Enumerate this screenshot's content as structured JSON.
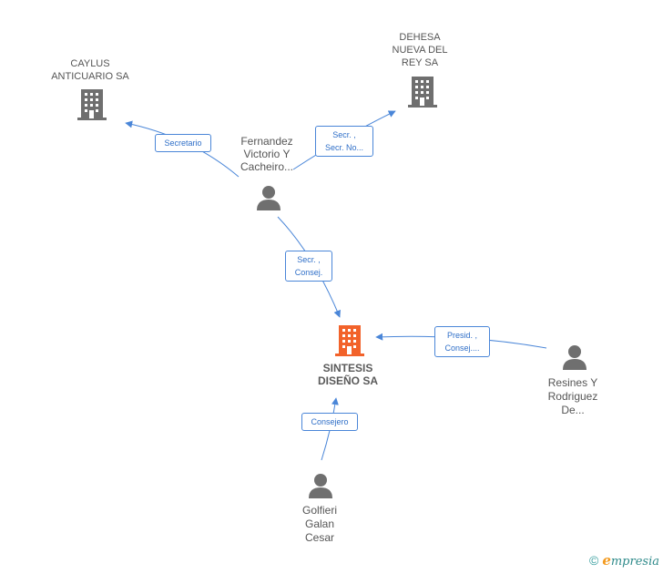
{
  "colors": {
    "edge": "#4a86d8",
    "company_icon": "#6f6f6f",
    "main_company_icon": "#f2622a",
    "person_icon": "#6f6f6f"
  },
  "nodes": {
    "caylus": {
      "type": "company",
      "icon": "building-icon",
      "lines": [
        "CAYLUS",
        "ANTICUARIO SA"
      ]
    },
    "dehesa": {
      "type": "company",
      "icon": "building-icon",
      "lines": [
        "DEHESA",
        "NUEVA DEL",
        "REY SA"
      ]
    },
    "fernandez": {
      "type": "person",
      "icon": "person-icon",
      "lines": [
        "Fernandez",
        "Victorio Y",
        "Cacheiro..."
      ]
    },
    "sintesis": {
      "type": "company",
      "icon": "building-icon",
      "main": true,
      "lines": [
        "SINTESIS",
        "DISEÑO SA"
      ]
    },
    "resines": {
      "type": "person",
      "icon": "person-icon",
      "lines": [
        "Resines Y",
        "Rodriguez",
        "De..."
      ]
    },
    "golfieri": {
      "type": "person",
      "icon": "person-icon",
      "lines": [
        "Golfieri",
        "Galan",
        "Cesar"
      ]
    }
  },
  "edges": [
    {
      "from": "fernandez",
      "to": "caylus",
      "lines": [
        "Secretario"
      ]
    },
    {
      "from": "fernandez",
      "to": "dehesa",
      "lines": [
        "Secr. ,",
        "Secr. No..."
      ]
    },
    {
      "from": "fernandez",
      "to": "sintesis",
      "lines": [
        "Secr. ,",
        "Consej."
      ]
    },
    {
      "from": "resines",
      "to": "sintesis",
      "lines": [
        "Presid. ,",
        "Consej...."
      ]
    },
    {
      "from": "golfieri",
      "to": "sintesis",
      "lines": [
        "Consejero"
      ]
    }
  ],
  "footer": {
    "copyright_symbol": "©",
    "brand_initial": "e",
    "brand_rest": "mpresia"
  }
}
